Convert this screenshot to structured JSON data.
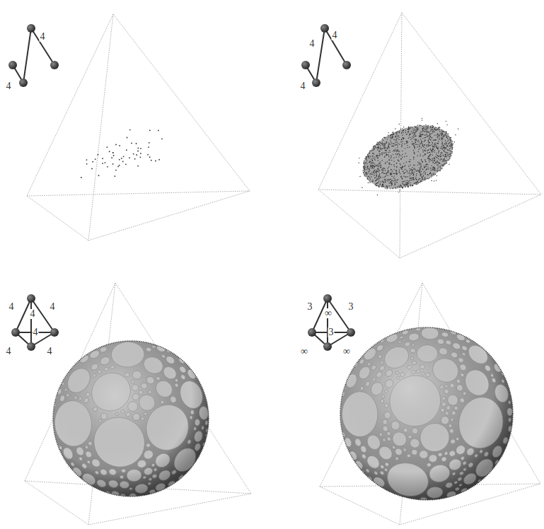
{
  "diagram": {
    "labels": [
      "4",
      "4",
      "4",
      "4",
      "4",
      "4",
      "4",
      "4",
      "4",
      "4",
      "4",
      "3",
      "∞",
      "3",
      "3",
      "∞",
      "∞"
    ]
  }
}
